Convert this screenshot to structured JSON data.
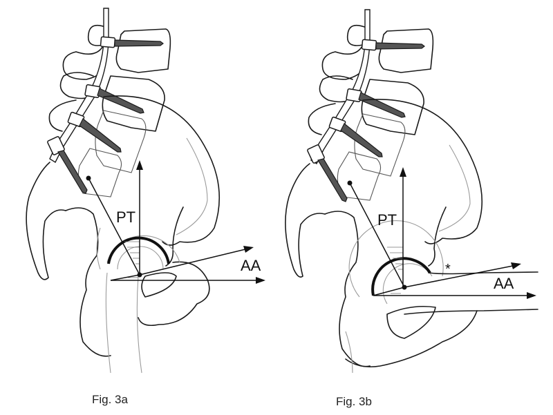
{
  "figure": {
    "panels": [
      {
        "id": "3a",
        "caption": "Fig. 3a",
        "labels": {
          "pelvic_tilt": "PT",
          "anteversion_angle": "AA"
        }
      },
      {
        "id": "3b",
        "caption": "Fig. 3b",
        "labels": {
          "pelvic_tilt": "PT",
          "anteversion_angle": "AA",
          "marker": "*"
        }
      }
    ]
  }
}
